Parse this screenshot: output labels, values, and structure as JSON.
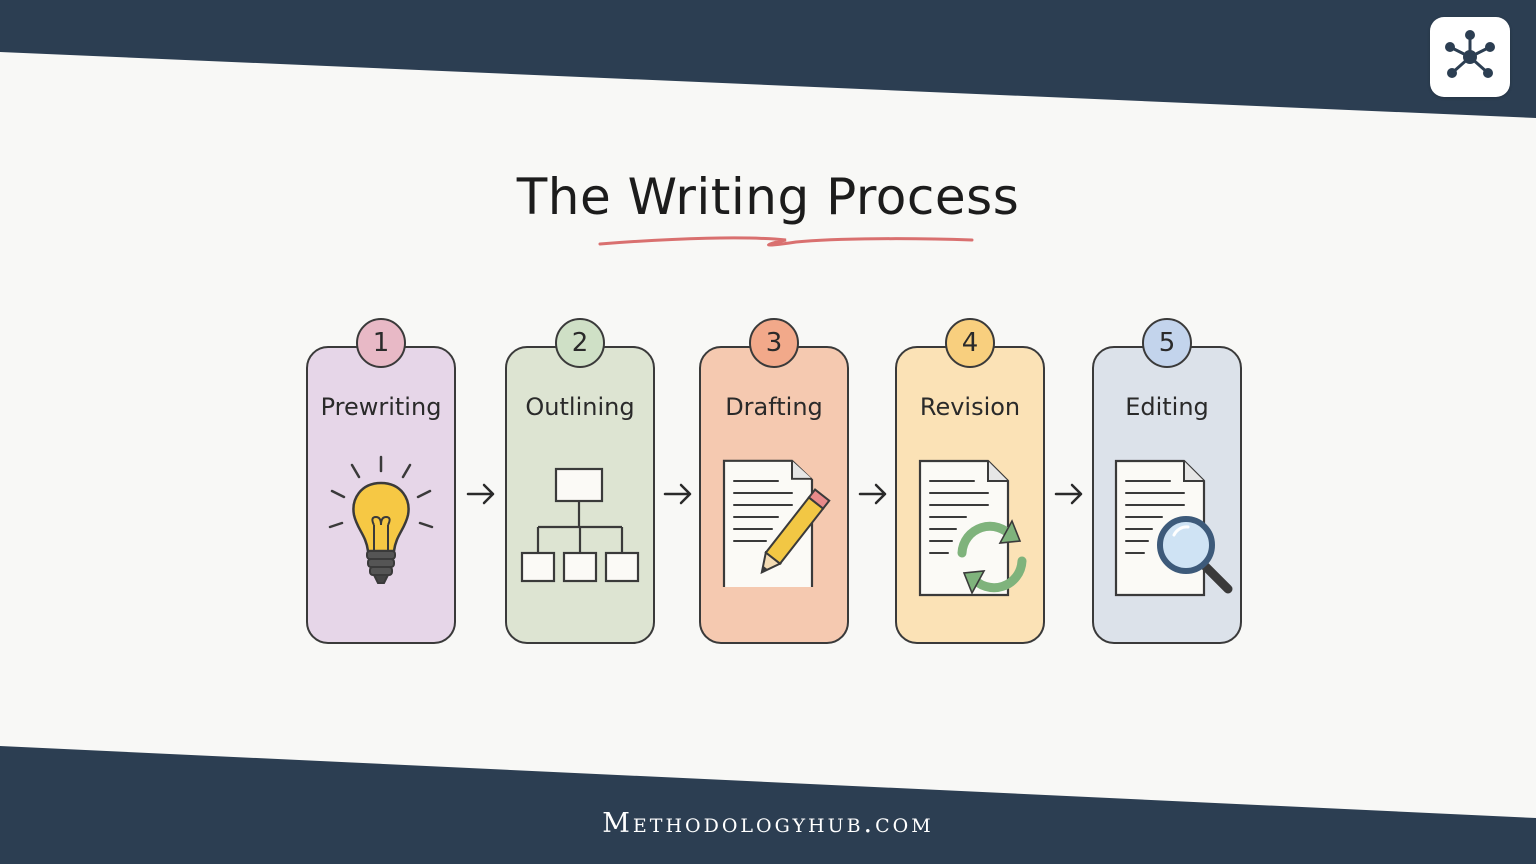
{
  "title": "The Writing Process",
  "footer": {
    "url": "Methodologyhub.com"
  },
  "logo": {
    "icon": "network-nodes-icon"
  },
  "steps": [
    {
      "number": "1",
      "label": "Prewriting",
      "icon": "lightbulb-icon",
      "fill": "#e6d6e8",
      "badge": "#e8b9c6"
    },
    {
      "number": "2",
      "label": "Outlining",
      "icon": "hierarchy-chart-icon",
      "fill": "#dde4d2",
      "badge": "#cfe0c6"
    },
    {
      "number": "3",
      "label": "Drafting",
      "icon": "document-pencil-icon",
      "fill": "#f5c9b0",
      "badge": "#f2a98a"
    },
    {
      "number": "4",
      "label": "Revision",
      "icon": "document-refresh-icon",
      "fill": "#fbe2b6",
      "badge": "#f8cf7e"
    },
    {
      "number": "5",
      "label": "Editing",
      "icon": "document-magnifier-icon",
      "fill": "#dce2ea",
      "badge": "#c3d4ec"
    }
  ],
  "colors": {
    "navy": "#2c3e52",
    "underline": "#d9706f",
    "paper": "#f8f8f6"
  }
}
